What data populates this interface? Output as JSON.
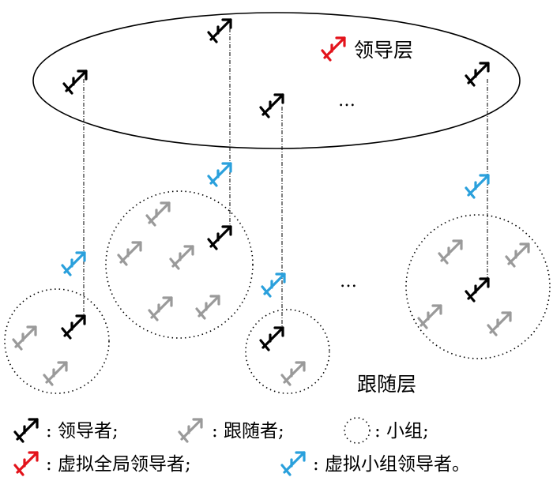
{
  "layers": {
    "leader": "领导层",
    "follower": "跟随层",
    "ellipsis": "…"
  },
  "legend": {
    "leader": ": 领导者;",
    "follower": ": 跟随者;",
    "group": ": 小组;",
    "virtual_global_leader": ": 虚拟全局领导者;",
    "virtual_group_leader": ": 虚拟小组领导者。"
  },
  "colors": {
    "leader": "#000000",
    "follower": "#9a9a9a",
    "virtual_global_leader": "#e3131b",
    "virtual_group_leader": "#2aa0dc"
  },
  "icons": {
    "agent": "arrow-agent-icon"
  }
}
